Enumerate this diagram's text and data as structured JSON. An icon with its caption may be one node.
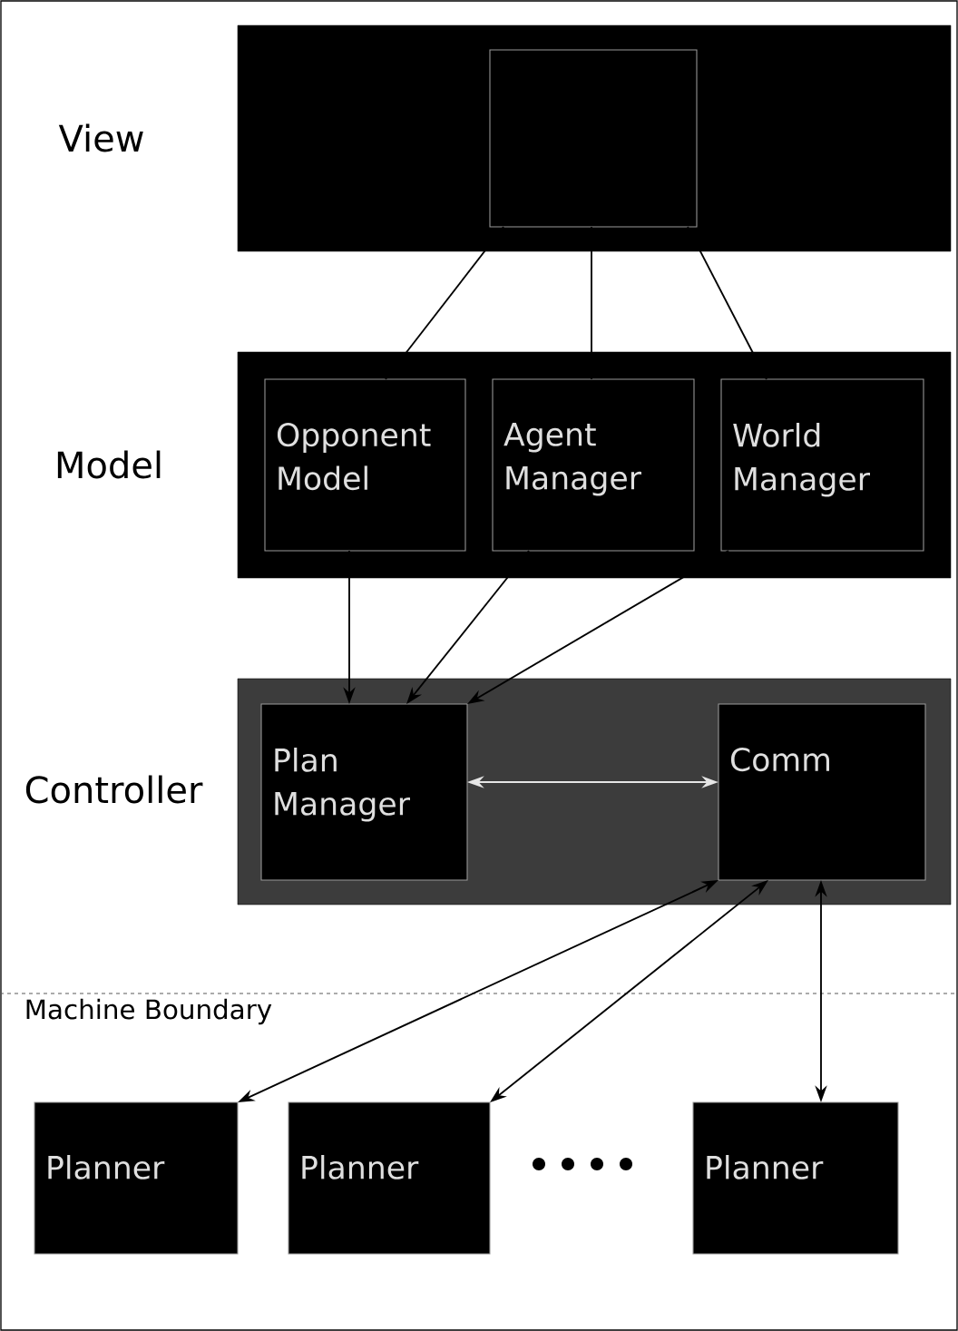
{
  "diagram": {
    "nodes": [
      {
        "text": [
          "View"
        ]
      },
      {
        "text": [],
        "shape": "box",
        "in": 0
      },
      {
        "text": [
          "Model"
        ]
      },
      {
        "text": [
          "Opponent Model"
        ],
        "in": 2
      },
      {
        "text": [
          "Agent Manager"
        ],
        "in": 2
      },
      {
        "text": [
          "World Manager"
        ],
        "in": 2
      },
      {
        "text": [
          "Controller"
        ]
      },
      {
        "text": [
          "Plan Manager"
        ],
        "in": 6
      },
      {
        "text": [
          "Comm"
        ],
        "in": 6
      },
      {
        "text": [
          "Planner"
        ]
      },
      {
        "text": [
          "Planner"
        ]
      },
      {
        "text": [
          "Planner"
        ]
      }
    ],
    "edges": [
      {
        "from": 1,
        "to": 3,
        "arrow": "none"
      },
      {
        "from": 1,
        "to": 4,
        "arrow": "none"
      },
      {
        "from": 1,
        "to": 5,
        "arrow": "none"
      },
      {
        "from": 3,
        "to": 7,
        "arrow": "to"
      },
      {
        "from": 4,
        "to": 7,
        "arrow": "to"
      },
      {
        "from": 5,
        "to": 7,
        "arrow": "to"
      },
      {
        "from": 7,
        "to": 8,
        "arrow": "both",
        "color": "#e6e6e6"
      },
      {
        "from": 8,
        "to": 9,
        "arrow": "both"
      },
      {
        "from": 8,
        "to": 10,
        "arrow": "both"
      },
      {
        "from": 8,
        "to": 11,
        "arrow": "both"
      }
    ],
    "labels": [
      "Machine Boundary"
    ]
  }
}
